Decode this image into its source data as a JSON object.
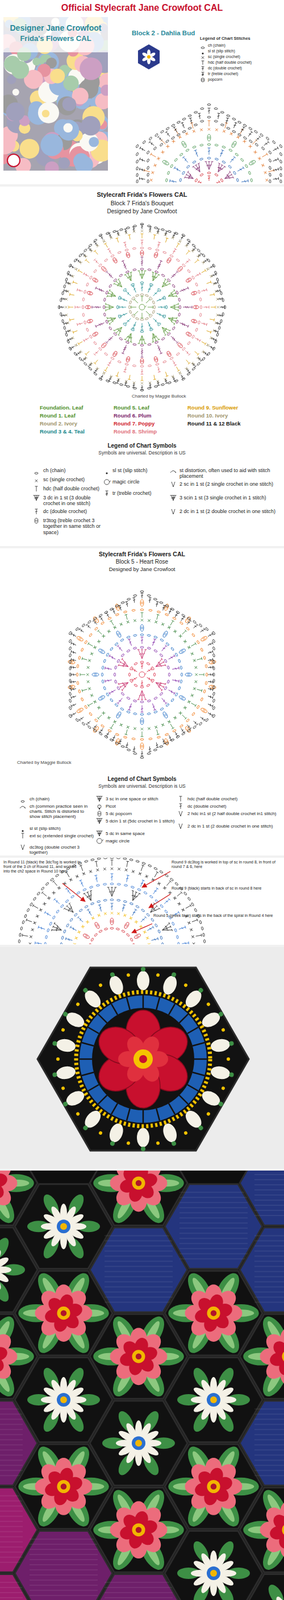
{
  "diagram": {
    "title": "Official Stylecraft Jane Crowfoot CAL",
    "nodes": [
      {
        "text": [
          "Designer Jane Crowfoot",
          "Frida's Flowers CAL"
        ]
      }
    ],
    "labels": [
      "Block 2 - Dahlia Bud",
      "Legend of Chart Stitches",
      "Stylecraft Frida's Flowers CAL",
      "Block 7 Frida's Bouquet",
      "Designed by Jane Crowfoot",
      "Charted by Maggie Bullock",
      "Foundation. Leaf",
      "Round 1. Leaf",
      "Round 2. Ivory",
      "Round 3 & 4. Teal",
      "Round 5. Leaf",
      "Round 6. Plum",
      "Round 7. Poppy",
      "Round 8. Shrimp",
      "Round 9. Sunflower",
      "Round 10. Ivory",
      "Round 11 & 12 Black",
      "Legend of Chart Symbols",
      "Symbols are universal. Description is US",
      "Stylecraft Frida's Flowers CAL",
      "Block 5 - Heart Rose",
      "Designed by Jane Crowfoot",
      "Charted by Maggie Bullock",
      "Legend of Chart Symbols",
      "Symbols are universal. Description is US",
      "In Round 11 (black) the 3dcTog is worked in front of the 3 ch of Round 11, and worked into the ch2 space in Round 10 here",
      "Round 9 dc3tog is worked in top of sc in round 8, in front of round 7 & 6, here",
      "Round 9 (black) starts in back of sc in round 8 here",
      "Round 5 (greek blue) starts in the back of the spiral in Round 4 here"
    ],
    "legend": [
      {
        "text": "ch (chain)"
      },
      {
        "text": "sl st (slip stitch)"
      },
      {
        "text": "sc (single crochet)"
      },
      {
        "text": "hdc (half double crochet)"
      },
      {
        "text": "dc (double crochet)"
      },
      {
        "text": "tr (treble crochet)"
      },
      {
        "text": "popcorn"
      },
      {
        "text": "ch (chain)"
      },
      {
        "text": "sc (single crochet)"
      },
      {
        "text": "hdc (half double crochet)"
      },
      {
        "text": "3 dc in 1 st (3 double crochet in one stitch)"
      },
      {
        "text": "dc (double crochet)"
      },
      {
        "text": "tr3tog (treble crochet 3 together in same stitch or space)"
      },
      {
        "text": "sl st (slip stitch)"
      },
      {
        "text": "magic circle"
      },
      {
        "text": "tr (treble crochet)"
      },
      {
        "text": "st distortion, often used to aid with stitch placement"
      },
      {
        "text": "2 sc in 1 st (2 single crochet in one stitch)"
      },
      {
        "text": "3 scin 1 st (3 single crochet in 1 stitch)"
      },
      {
        "text": "2 dc in 1 st (2 double crochet in one stitch)"
      },
      {
        "text": "ch (chain)"
      },
      {
        "text": "ch (common practice seen in charts. Stitch is distorted to show stitch placement)"
      },
      {
        "text": "sl st (slip stitch)"
      },
      {
        "text": "ext sc (extended single crochet)"
      },
      {
        "text": "dc3tog (double crochet 3 together)"
      },
      {
        "text": "3 sc in one space or stitch"
      },
      {
        "text": "Picot"
      },
      {
        "text": "5 dc popcorn"
      },
      {
        "text": "5 dcin 1 st (5dc crochet in 1 stitch)"
      },
      {
        "text": "5 dc in same space"
      },
      {
        "text": "magic circle"
      },
      {
        "text": "hdc (half double crochet)"
      },
      {
        "text": "dc (double crochet)"
      },
      {
        "text": "2 hdc in1 st (2 half double crochet in1 stitch)"
      },
      {
        "text": "2 dc in 1 st (2 double crochet in one stitch)"
      }
    ]
  }
}
